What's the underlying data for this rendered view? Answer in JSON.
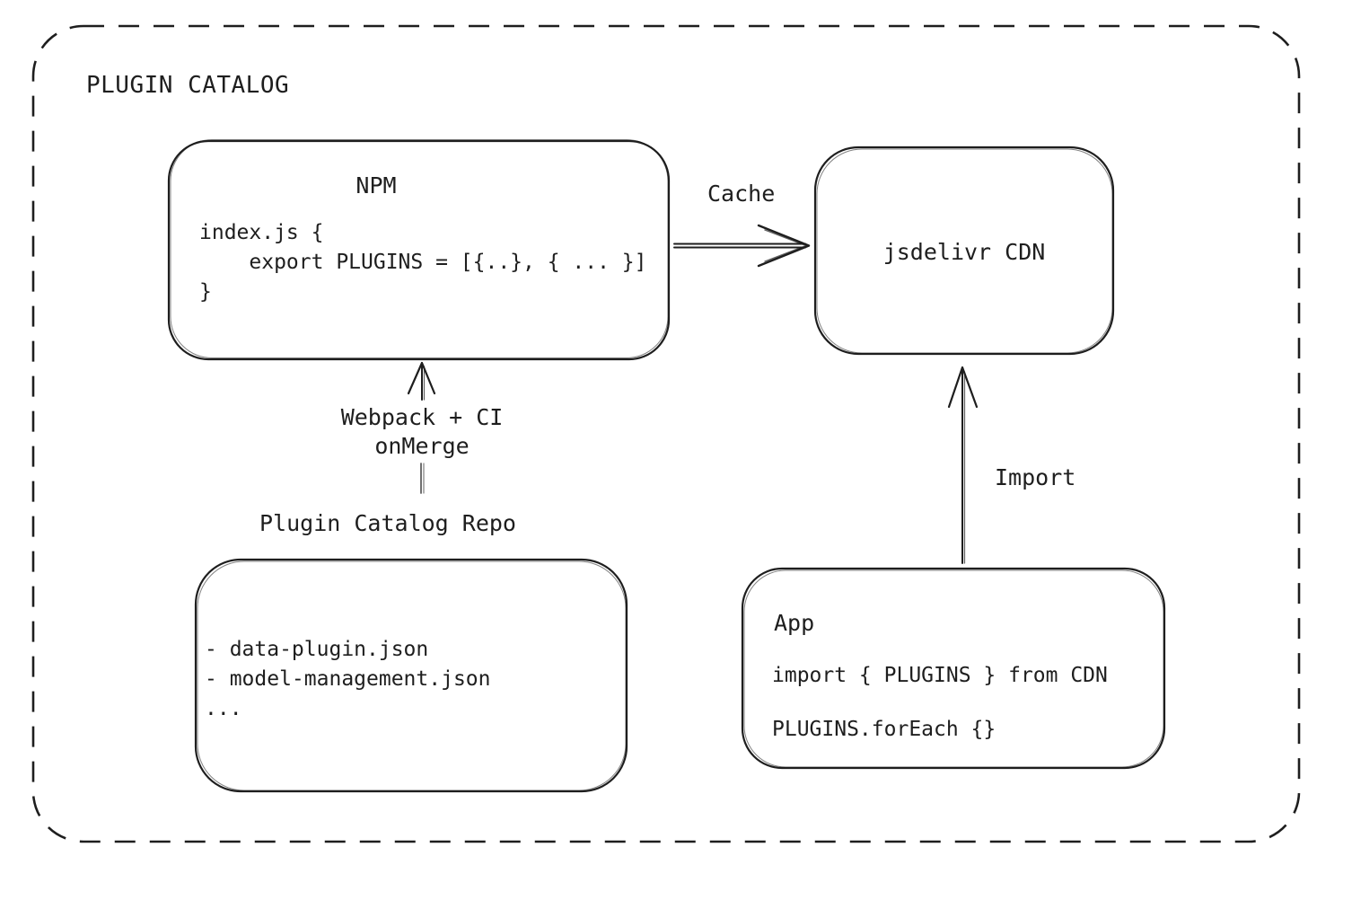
{
  "diagram": {
    "title": "PLUGIN CATALOG",
    "colors": {
      "stroke": "#1e1e1e",
      "background": "#ffffff",
      "connector_gray": "#606060"
    },
    "nodes": {
      "npm": {
        "title": "NPM",
        "code": [
          "index.js {",
          "    export PLUGINS = [{..}, { ... }]",
          "}"
        ]
      },
      "cdn": {
        "label": "jsdelivr CDN"
      },
      "repo": {
        "label": "Plugin Catalog Repo",
        "files": [
          "- data-plugin.json",
          "- model-management.json",
          "..."
        ]
      },
      "app": {
        "title": "App",
        "lines": [
          "import { PLUGINS } from CDN",
          "PLUGINS.forEach {}"
        ]
      }
    },
    "edges": {
      "cache": {
        "label": "Cache"
      },
      "build": {
        "label_line1": "Webpack + CI",
        "label_line2": "onMerge"
      },
      "import": {
        "label": "Import"
      }
    }
  }
}
